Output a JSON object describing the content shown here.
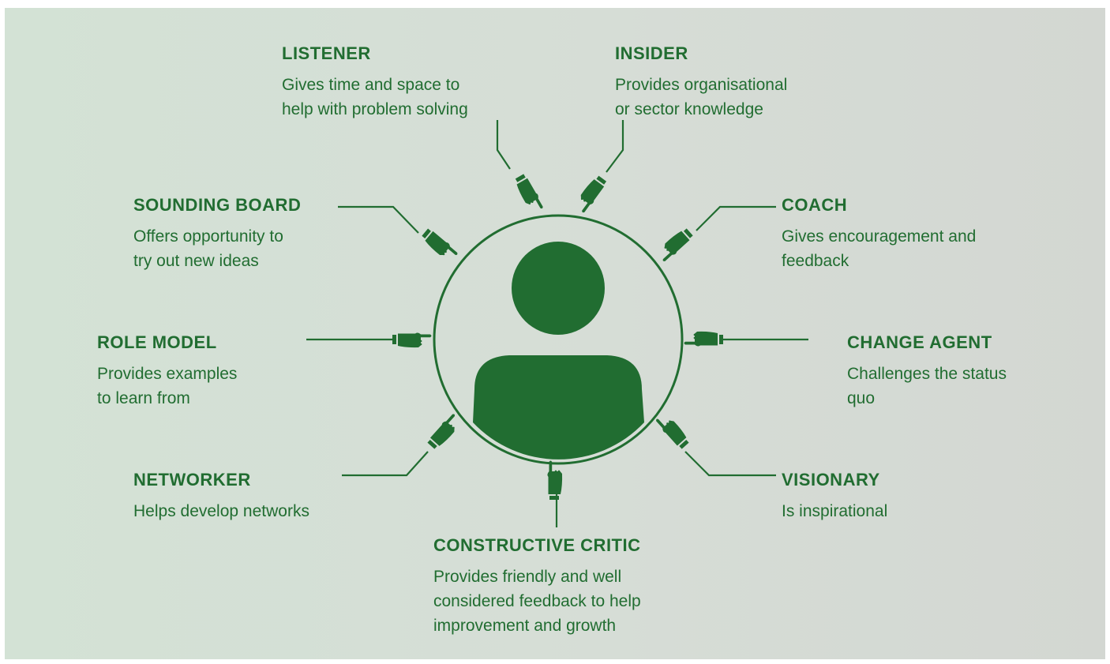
{
  "colors": {
    "accent": "#216d31",
    "background": "#d5ded5"
  },
  "center": {
    "icon": "person-icon"
  },
  "roles": {
    "listener": {
      "title": "LISTENER",
      "lines": [
        "Gives time and space to",
        "help with problem solving"
      ]
    },
    "insider": {
      "title": "INSIDER",
      "lines": [
        "Provides organisational",
        "or sector knowledge"
      ]
    },
    "sounding_board": {
      "title": "SOUNDING BOARD",
      "lines": [
        "Offers opportunity to",
        "try out new ideas"
      ]
    },
    "coach": {
      "title": "COACH",
      "lines": [
        "Gives encouragement and",
        "feedback"
      ]
    },
    "role_model": {
      "title": "ROLE MODEL",
      "lines": [
        "Provides examples",
        "to learn from"
      ]
    },
    "change_agent": {
      "title": "CHANGE AGENT",
      "lines": [
        "Challenges the status",
        "quo"
      ]
    },
    "networker": {
      "title": "NETWORKER",
      "lines": [
        "Helps develop networks"
      ]
    },
    "visionary": {
      "title": "VISIONARY",
      "lines": [
        "Is inspirational"
      ]
    },
    "constructive_critic": {
      "title": "CONSTRUCTIVE CRITIC",
      "lines": [
        "Provides friendly and well",
        "considered feedback to help",
        "improvement and growth"
      ]
    }
  },
  "pointer_icon": "pointing-hand-icon"
}
